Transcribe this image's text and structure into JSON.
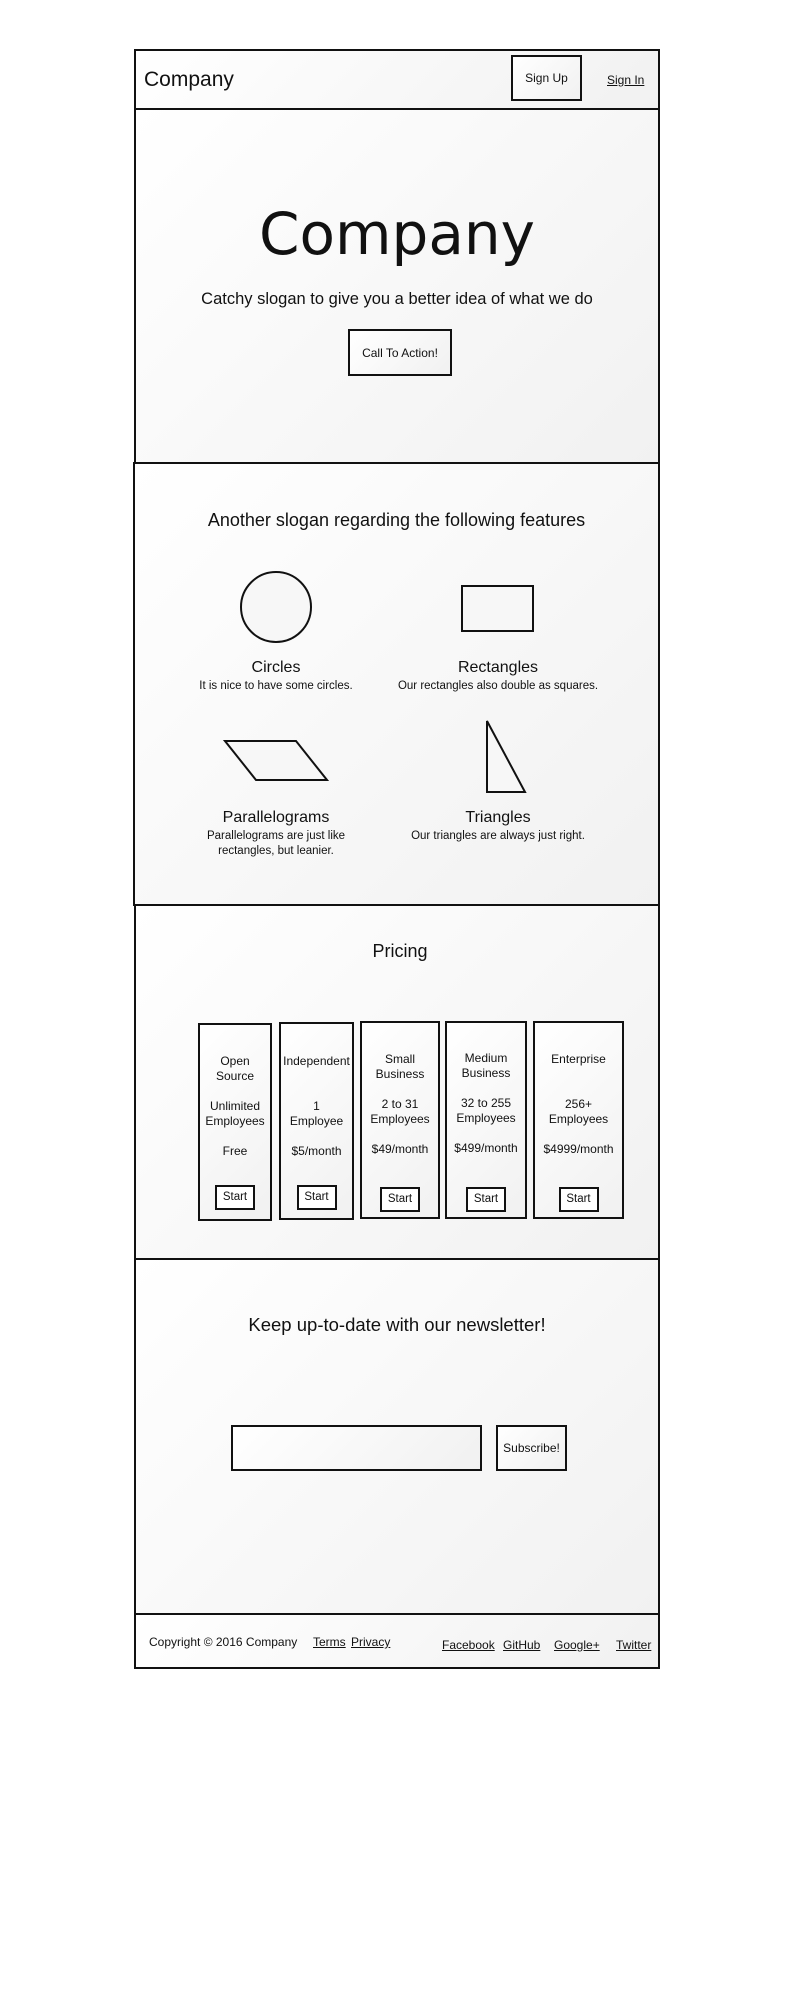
{
  "header": {
    "logo": "Company",
    "signup_label": "Sign Up",
    "signin_label": "Sign In"
  },
  "hero": {
    "title": "Company",
    "slogan": "Catchy slogan to give you a better idea of what we do",
    "cta_label": "Call To Action!"
  },
  "features": {
    "title": "Another slogan regarding the following features",
    "items": [
      {
        "icon": "circle-icon",
        "name": "Circles",
        "desc_lines": [
          "It is nice to have some circles."
        ]
      },
      {
        "icon": "rectangle-icon",
        "name": "Rectangles",
        "desc_lines": [
          "Our rectangles also double as squares."
        ]
      },
      {
        "icon": "parallelogram-icon",
        "name": "Parallelograms",
        "desc_lines": [
          "Parallelograms are just like",
          "rectangles, but leanier."
        ]
      },
      {
        "icon": "triangle-icon",
        "name": "Triangles",
        "desc_lines": [
          "Our triangles are always just right."
        ]
      }
    ]
  },
  "pricing": {
    "title": "Pricing",
    "plans": [
      {
        "name_lines": [
          "Open",
          "Source"
        ],
        "emp_lines": [
          "Unlimited",
          "Employees"
        ],
        "price": "Free",
        "start_label": "Start"
      },
      {
        "name_lines": [
          "Independent"
        ],
        "emp_lines": [
          "1",
          "Employee"
        ],
        "price": "$5/month",
        "start_label": "Start"
      },
      {
        "name_lines": [
          "Small",
          "Business"
        ],
        "emp_lines": [
          "2 to 31",
          "Employees"
        ],
        "price": "$49/month",
        "start_label": "Start"
      },
      {
        "name_lines": [
          "Medium",
          "Business"
        ],
        "emp_lines": [
          "32 to 255",
          "Employees"
        ],
        "price": "$499/month",
        "start_label": "Start"
      },
      {
        "name_lines": [
          "Enterprise"
        ],
        "emp_lines": [
          "256+",
          "Employees"
        ],
        "price": "$4999/month",
        "start_label": "Start"
      }
    ]
  },
  "newsletter": {
    "title": "Keep up-to-date with our newsletter!",
    "email_value": "",
    "subscribe_label": "Subscribe!"
  },
  "footer": {
    "copyright": "Copyright © 2016 Company",
    "links_left": [
      "Terms",
      "Privacy"
    ],
    "links_right": [
      "Facebook",
      "GitHub",
      "Google+",
      "Twitter"
    ]
  }
}
